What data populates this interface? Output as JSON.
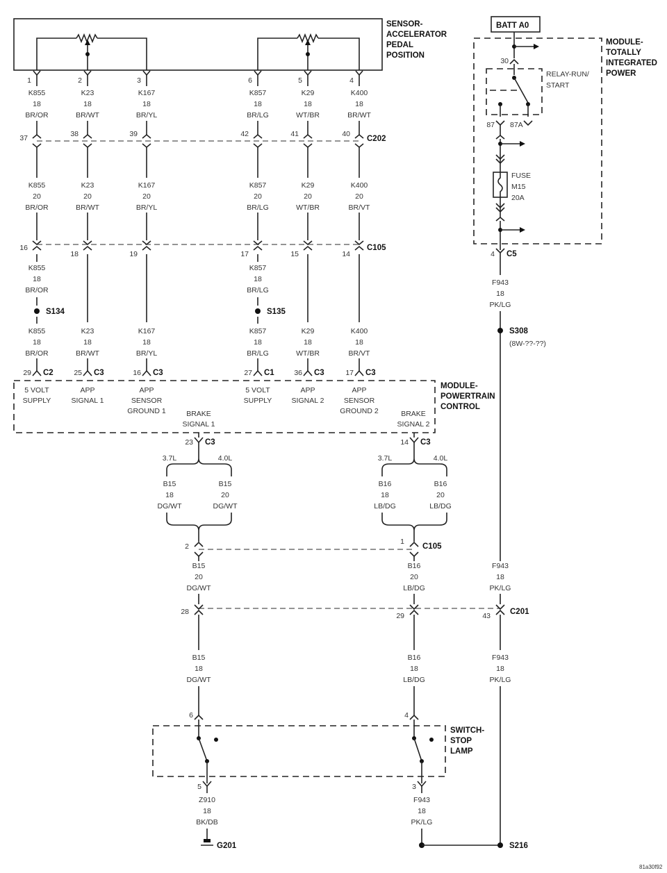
{
  "sensor_app": {
    "title": [
      "SENSOR-",
      "ACCELERATOR",
      "PEDAL",
      "POSITION"
    ],
    "pins": [
      "1",
      "2",
      "3",
      "6",
      "5",
      "4"
    ]
  },
  "module_tipm": {
    "title": [
      "MODULE-",
      "TOTALLY",
      "INTEGRATED",
      "POWER"
    ],
    "batt_label": "BATT A0",
    "relay_label": [
      "RELAY-RUN/",
      "START"
    ],
    "pin30": "30",
    "pin87": "87",
    "pin87a": "87A",
    "fuse_label": [
      "FUSE",
      "M15",
      "20A"
    ]
  },
  "wires_top": [
    {
      "circuit": "K855",
      "gauge": "18",
      "color": "BR/OR"
    },
    {
      "circuit": "K23",
      "gauge": "18",
      "color": "BR/WT"
    },
    {
      "circuit": "K167",
      "gauge": "18",
      "color": "BR/YL"
    },
    {
      "circuit": "K857",
      "gauge": "18",
      "color": "BR/LG"
    },
    {
      "circuit": "K29",
      "gauge": "18",
      "color": "WT/BR"
    },
    {
      "circuit": "K400",
      "gauge": "18",
      "color": "BR/WT"
    }
  ],
  "c202": {
    "name": "C202",
    "pins": [
      "37",
      "38",
      "39",
      "42",
      "41",
      "40"
    ]
  },
  "wires_mid": [
    {
      "circuit": "K855",
      "gauge": "20",
      "color": "BR/OR"
    },
    {
      "circuit": "K23",
      "gauge": "20",
      "color": "BR/WT"
    },
    {
      "circuit": "K167",
      "gauge": "20",
      "color": "BR/YL"
    },
    {
      "circuit": "K857",
      "gauge": "20",
      "color": "BR/LG"
    },
    {
      "circuit": "K29",
      "gauge": "20",
      "color": "WT/BR"
    },
    {
      "circuit": "K400",
      "gauge": "20",
      "color": "BR/VT"
    }
  ],
  "c105_top": {
    "name": "C105",
    "pins": [
      "16",
      "18",
      "19",
      "17",
      "15",
      "14"
    ]
  },
  "wires_low_a": [
    {
      "circuit": "K855",
      "gauge": "18",
      "color": "BR/OR"
    },
    {
      "circuit": "K857",
      "gauge": "18",
      "color": "BR/LG"
    }
  ],
  "splices": {
    "s134": "S134",
    "s135": "S135",
    "s308": "S308",
    "s308_ref": "(8W-??-??)",
    "s216": "S216",
    "g201": "G201"
  },
  "wires_low": [
    {
      "circuit": "K855",
      "gauge": "18",
      "color": "BR/OR"
    },
    {
      "circuit": "K23",
      "gauge": "18",
      "color": "BR/WT"
    },
    {
      "circuit": "K167",
      "gauge": "18",
      "color": "BR/YL"
    },
    {
      "circuit": "K857",
      "gauge": "18",
      "color": "BR/LG"
    },
    {
      "circuit": "K29",
      "gauge": "18",
      "color": "WT/BR"
    },
    {
      "circuit": "K400",
      "gauge": "18",
      "color": "BR/VT"
    }
  ],
  "pcm_pins": [
    {
      "pin": "29",
      "conn": "C2"
    },
    {
      "pin": "25",
      "conn": "C3"
    },
    {
      "pin": "16",
      "conn": "C3"
    },
    {
      "pin": "27",
      "conn": "C1"
    },
    {
      "pin": "36",
      "conn": "C3"
    },
    {
      "pin": "17",
      "conn": "C3"
    }
  ],
  "module_pcm": {
    "title": [
      "MODULE-",
      "POWERTRAIN",
      "CONTROL"
    ],
    "labels": [
      [
        "5 VOLT",
        "SUPPLY"
      ],
      [
        "APP",
        "SIGNAL 1"
      ],
      [
        "APP",
        "SENSOR",
        "GROUND 1"
      ],
      [
        "5 VOLT",
        "SUPPLY"
      ],
      [
        "APP",
        "SIGNAL 2"
      ],
      [
        "APP",
        "SENSOR",
        "GROUND 2"
      ]
    ],
    "brake1": [
      "BRAKE",
      "SIGNAL 1"
    ],
    "brake2": [
      "BRAKE",
      "SIGNAL 2"
    ],
    "brake1_pin": "23",
    "brake1_conn": "C3",
    "brake2_pin": "14",
    "brake2_conn": "C3"
  },
  "tipm_out": {
    "pin": "4",
    "conn": "C5",
    "circuit": "F943",
    "gauge": "18",
    "color": "PK/LG"
  },
  "engine_variants": [
    "3.7L",
    "4.0L"
  ],
  "brake_branches": [
    {
      "circuit": "B15",
      "gauge": "18",
      "color": "DG/WT"
    },
    {
      "circuit": "B15",
      "gauge": "20",
      "color": "DG/WT"
    },
    {
      "circuit": "B16",
      "gauge": "18",
      "color": "LB/DG"
    },
    {
      "circuit": "B16",
      "gauge": "20",
      "color": "LB/DG"
    }
  ],
  "c105_bottom": {
    "name": "C105",
    "pins": [
      "2",
      "1"
    ]
  },
  "wires_below_c105": [
    {
      "circuit": "B15",
      "gauge": "20",
      "color": "DG/WT"
    },
    {
      "circuit": "B16",
      "gauge": "20",
      "color": "LB/DG"
    },
    {
      "circuit": "F943",
      "gauge": "18",
      "color": "PK/LG"
    }
  ],
  "c201": {
    "name": "C201",
    "pins": [
      "28",
      "29",
      "43"
    ]
  },
  "wires_below_c201": [
    {
      "circuit": "B15",
      "gauge": "18",
      "color": "DG/WT"
    },
    {
      "circuit": "B16",
      "gauge": "18",
      "color": "LB/DG"
    },
    {
      "circuit": "F943",
      "gauge": "18",
      "color": "PK/LG"
    }
  ],
  "switch_stop": {
    "title": [
      "SWITCH-",
      "STOP",
      "LAMP"
    ],
    "pins_top": [
      "6",
      "4"
    ],
    "pins_bottom": [
      "5",
      "3"
    ]
  },
  "wires_bottom": [
    {
      "circuit": "Z910",
      "gauge": "18",
      "color": "BK/DB"
    },
    {
      "circuit": "F943",
      "gauge": "18",
      "color": "PK/LG"
    }
  ],
  "figure_id": "81a30f92"
}
